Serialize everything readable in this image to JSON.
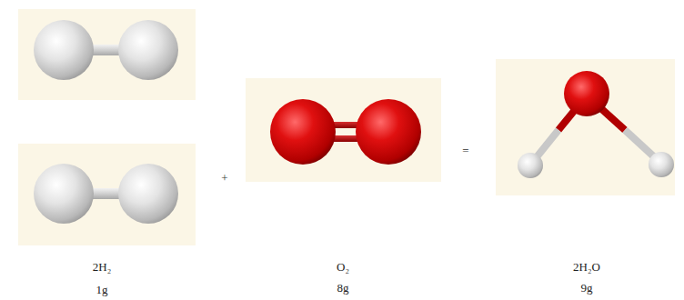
{
  "diagram": {
    "labels": [
      "+",
      "=",
      "2H₂",
      "1g",
      "O₂",
      "8g",
      "2H₂O",
      "9g"
    ]
  }
}
